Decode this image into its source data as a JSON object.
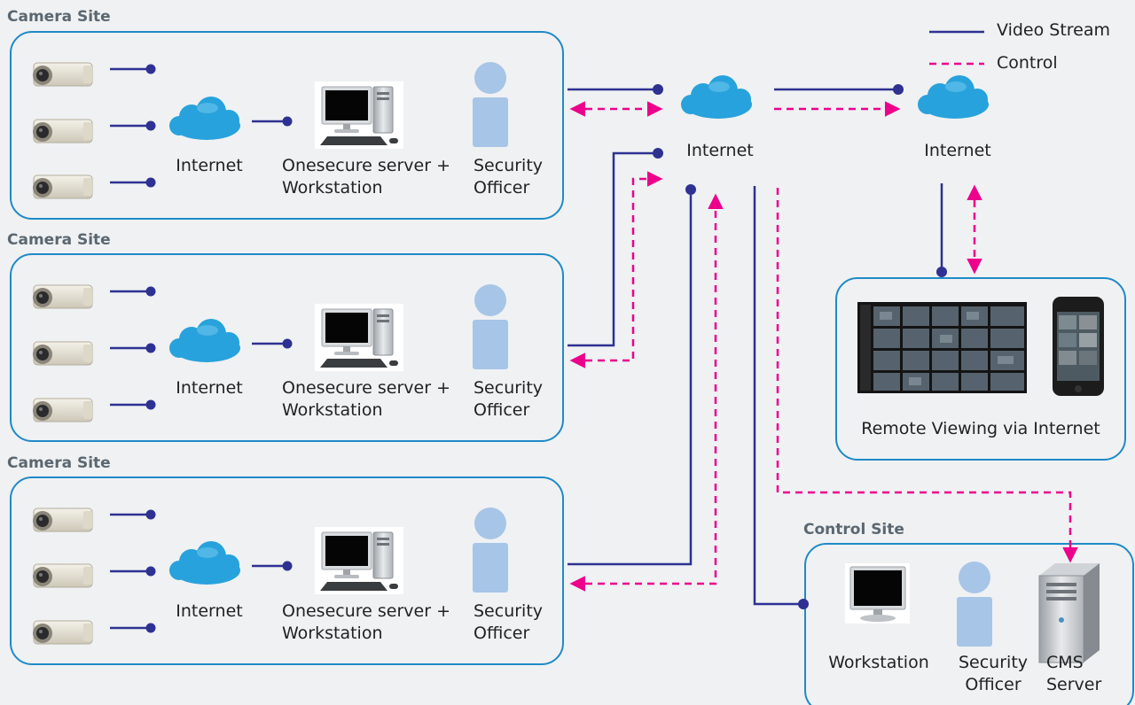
{
  "legend": {
    "video_label": "Video Stream",
    "control_label": "Control",
    "video_color": "#2e3192",
    "control_color": "#ec008c"
  },
  "camera_sites": [
    {
      "title": "Camera Site",
      "cloud_label": "Internet",
      "server_label_1": "Onesecure server +",
      "server_label_2": "Workstation",
      "officer_label_1": "Security",
      "officer_label_2": "Officer"
    },
    {
      "title": "Camera Site",
      "cloud_label": "Internet",
      "server_label_1": "Onesecure server +",
      "server_label_2": "Workstation",
      "officer_label_1": "Security",
      "officer_label_2": "Officer"
    },
    {
      "title": "Camera Site",
      "cloud_label": "Internet",
      "server_label_1": "Onesecure server +",
      "server_label_2": "Workstation",
      "officer_label_1": "Security",
      "officer_label_2": "Officer"
    }
  ],
  "internet_hub": {
    "label": "Internet"
  },
  "internet_remote": {
    "label": "Internet"
  },
  "remote_viewing": {
    "label": "Remote Viewing via Internet"
  },
  "control_site": {
    "title": "Control Site",
    "workstation_label": "Workstation",
    "officer_label_1": "Security",
    "officer_label_2": "Officer",
    "cms_label_1": "CMS",
    "cms_label_2": "Server"
  },
  "colors": {
    "box_border": "#1f8ac6",
    "cloud": "#27a2dc",
    "officer": "#a7c5e6"
  }
}
